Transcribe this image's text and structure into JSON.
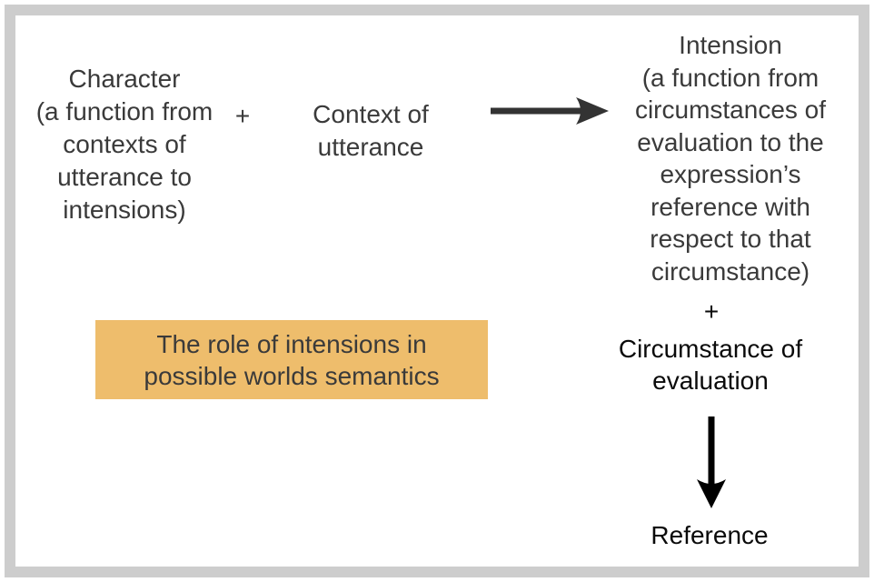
{
  "colors": {
    "background": "#ffffff",
    "frame": "#cdcdcd",
    "text_gray": "#3a3a3a",
    "text_black": "#0a0a0a",
    "arrow_gray": "#333333",
    "arrow_black": "#000000",
    "highlight_bg": "#eebd6c"
  },
  "diagram": {
    "character_label": "Character\n(a function from\ncontexts of\nutterance to\nintensions)",
    "plus_left": "+",
    "context_label": "Context of\nutterance",
    "intension_label": "Intension\n(a function from\ncircumstances of\nevaluation to the\nexpression’s\nreference with\nrespect to that\ncircumstance)",
    "plus_right": "+",
    "circumstance_label": "Circumstance of\nevaluation",
    "reference_label": "Reference",
    "caption": "The role of intensions in\npossible worlds semantics"
  }
}
